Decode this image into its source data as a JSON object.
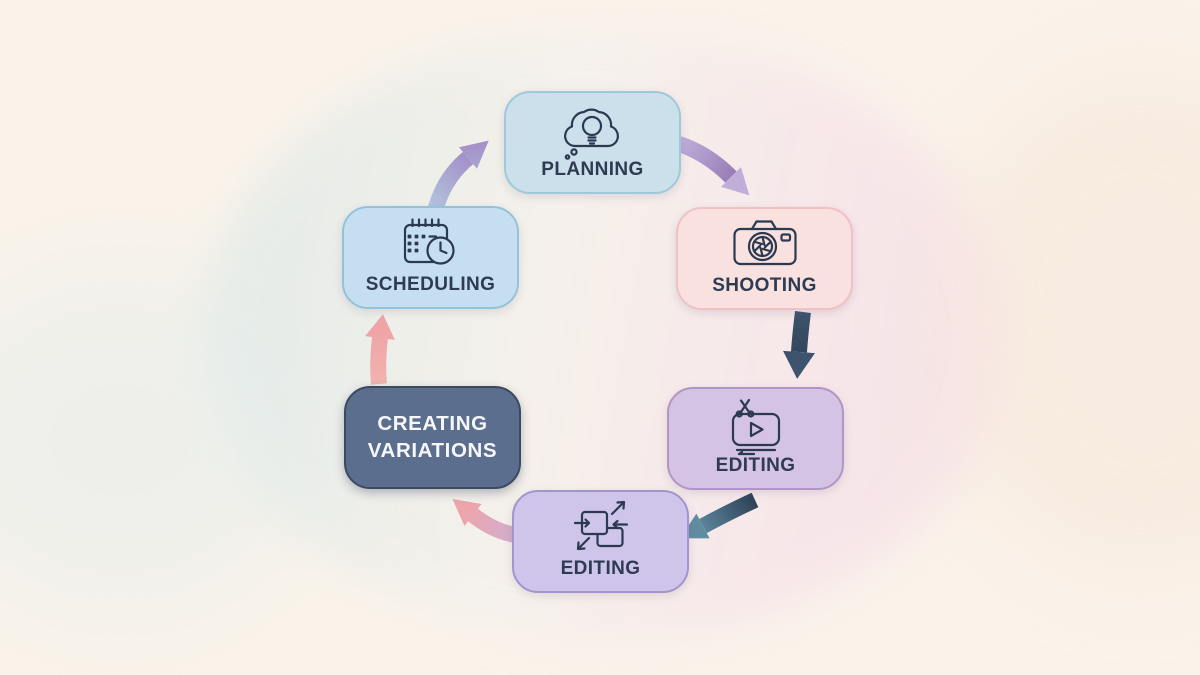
{
  "diagram": {
    "type": "cycle",
    "background": {
      "base_color": "#faf3ea",
      "left_tint": "#dce8e6",
      "right_tint": "#f5dfe8"
    },
    "steps": [
      {
        "label": "PLANNING",
        "icon": "lightbulb-thought-bubble-icon",
        "fill": "#cbe0ea",
        "border": "#9ec9db",
        "text_color": "#2e3b52"
      },
      {
        "label": "SHOOTING",
        "icon": "camera-icon",
        "fill": "#f9e1df",
        "border": "#efc1c4",
        "text_color": "#2e3b52"
      },
      {
        "label": "EDITING",
        "icon": "video-scissors-icon",
        "fill": "#d5c3e3",
        "border": "#b394c9",
        "text_color": "#2e3b52"
      },
      {
        "label": "EDITING",
        "icon": "repurpose-arrows-icon",
        "fill": "#cfc5ea",
        "border": "#a494ce",
        "text_color": "#2e3b52"
      },
      {
        "label": "CREATING VARIATIONS",
        "icon": "none",
        "fill": "#5c6e8e",
        "border": "#3a4a61",
        "text_color": "#f5f7fa"
      },
      {
        "label": "SCHEDULING",
        "icon": "calendar-clock-icon",
        "fill": "#c6dff0",
        "border": "#93c3dc",
        "text_color": "#2e3b52"
      }
    ],
    "arrows": [
      {
        "name": "scheduling-to-planning",
        "start_color": "#b7d3e3",
        "end_color": "#a083c3"
      },
      {
        "name": "planning-to-shooting",
        "start_color": "#c0aed8",
        "end_color": "#8a6eae"
      },
      {
        "name": "shooting-to-editing",
        "start_color": "#3e536d",
        "end_color": "#2c3f54"
      },
      {
        "name": "editing-to-editing",
        "start_color": "#2e4257",
        "end_color": "#608ca2"
      },
      {
        "name": "editing-to-creating-variations",
        "start_color": "#c9b2d8",
        "end_color": "#eca4ad"
      },
      {
        "name": "creating-variations-to-scheduling",
        "start_color": "#f2b3ae",
        "end_color": "#efa4a6"
      }
    ]
  }
}
